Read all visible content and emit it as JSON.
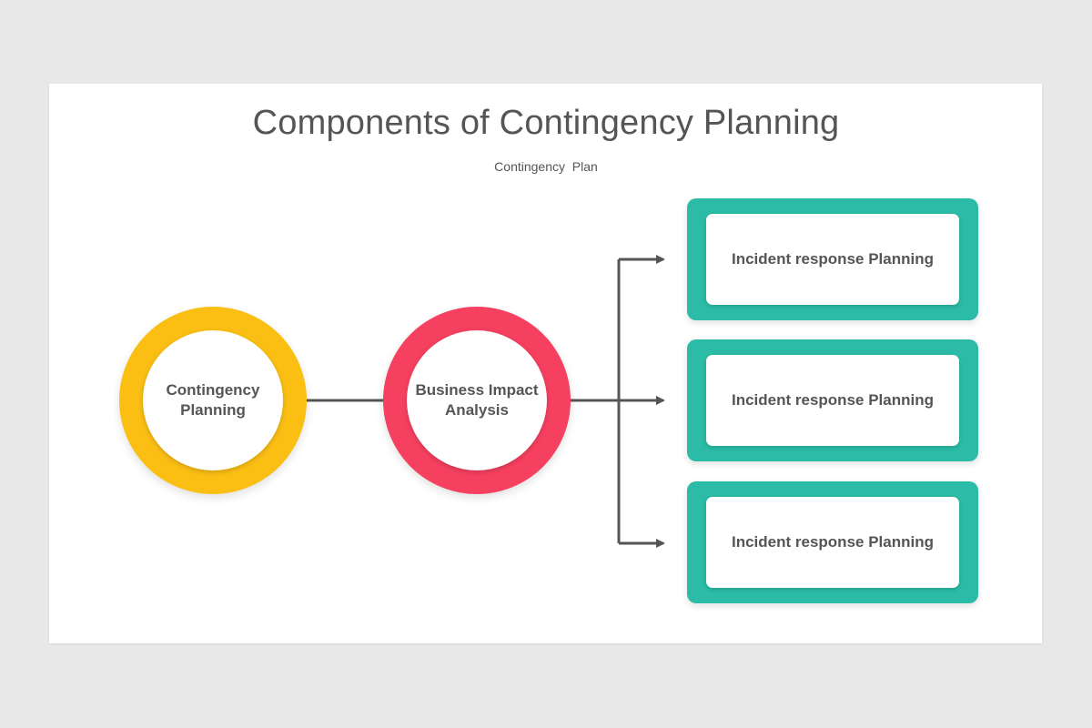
{
  "title": "Components of Contingency Planning",
  "subtitle": "Contingency  Plan",
  "colors": {
    "yellow_ring": "#fbbf14",
    "red_ring": "#f64060",
    "teal_box": "#2bbba6",
    "connector": "#555555",
    "text": "#555555"
  },
  "nodes": {
    "contingency_planning": {
      "line1": "Contingency",
      "line2": "Planning"
    },
    "business_impact_analysis": {
      "line1": "Business Impact",
      "line2": "Analysis"
    }
  },
  "components": [
    {
      "label": "Incident response Planning"
    },
    {
      "label": "Incident response Planning"
    },
    {
      "label": "Incident response Planning"
    }
  ]
}
